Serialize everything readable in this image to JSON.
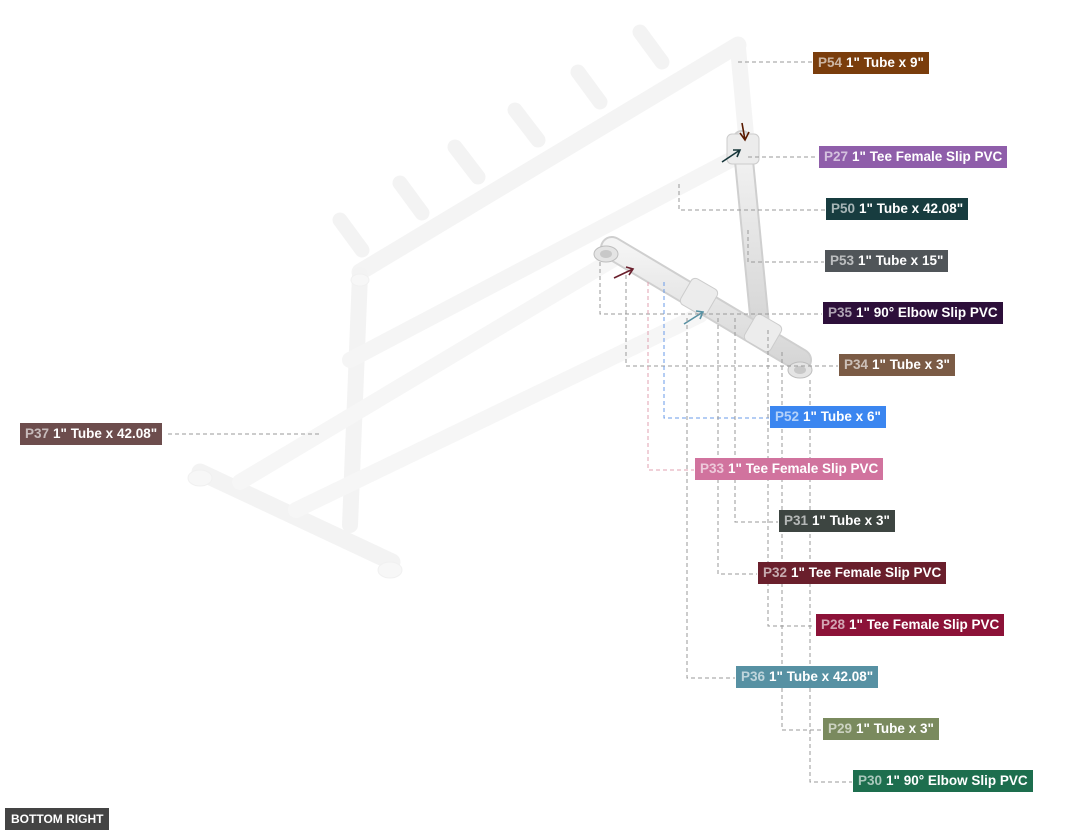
{
  "view_label": "BOTTOM RIGHT",
  "labels": [
    {
      "id": "P54",
      "text": "1\" Tube x 9\"",
      "color": "#7a3d0c"
    },
    {
      "id": "P27",
      "text": "1\" Tee Female Slip PVC",
      "color": "#8f5eaa"
    },
    {
      "id": "P50",
      "text": "1\" Tube x 42.08\"",
      "color": "#173c3f"
    },
    {
      "id": "P53",
      "text": "1\" Tube x 15\"",
      "color": "#505559"
    },
    {
      "id": "P35",
      "text": "1\" 90° Elbow Slip PVC",
      "color": "#2d0f3a"
    },
    {
      "id": "P34",
      "text": "1\" Tube x 3\"",
      "color": "#7b5b45"
    },
    {
      "id": "P52",
      "text": "1\" Tube x 6\"",
      "color": "#3b86f0"
    },
    {
      "id": "P33",
      "text": "1\" Tee Female Slip PVC",
      "color": "#d1739e"
    },
    {
      "id": "P31",
      "text": "1\" Tube x 3\"",
      "color": "#3d4541"
    },
    {
      "id": "P32",
      "text": "1\" Tee Female Slip PVC",
      "color": "#6a1f2c"
    },
    {
      "id": "P28",
      "text": "1\" Tee Female Slip PVC",
      "color": "#8c1238"
    },
    {
      "id": "P36",
      "text": "1\" Tube x 42.08\"",
      "color": "#5791a3"
    },
    {
      "id": "P29",
      "text": "1\" Tube x 3\"",
      "color": "#7a8a5e"
    },
    {
      "id": "P30",
      "text": "1\" 90° Elbow Slip PVC",
      "color": "#1d6e4e"
    },
    {
      "id": "P37",
      "text": "1\" Tube x 42.08\"",
      "color": "#6d4d4d"
    }
  ]
}
